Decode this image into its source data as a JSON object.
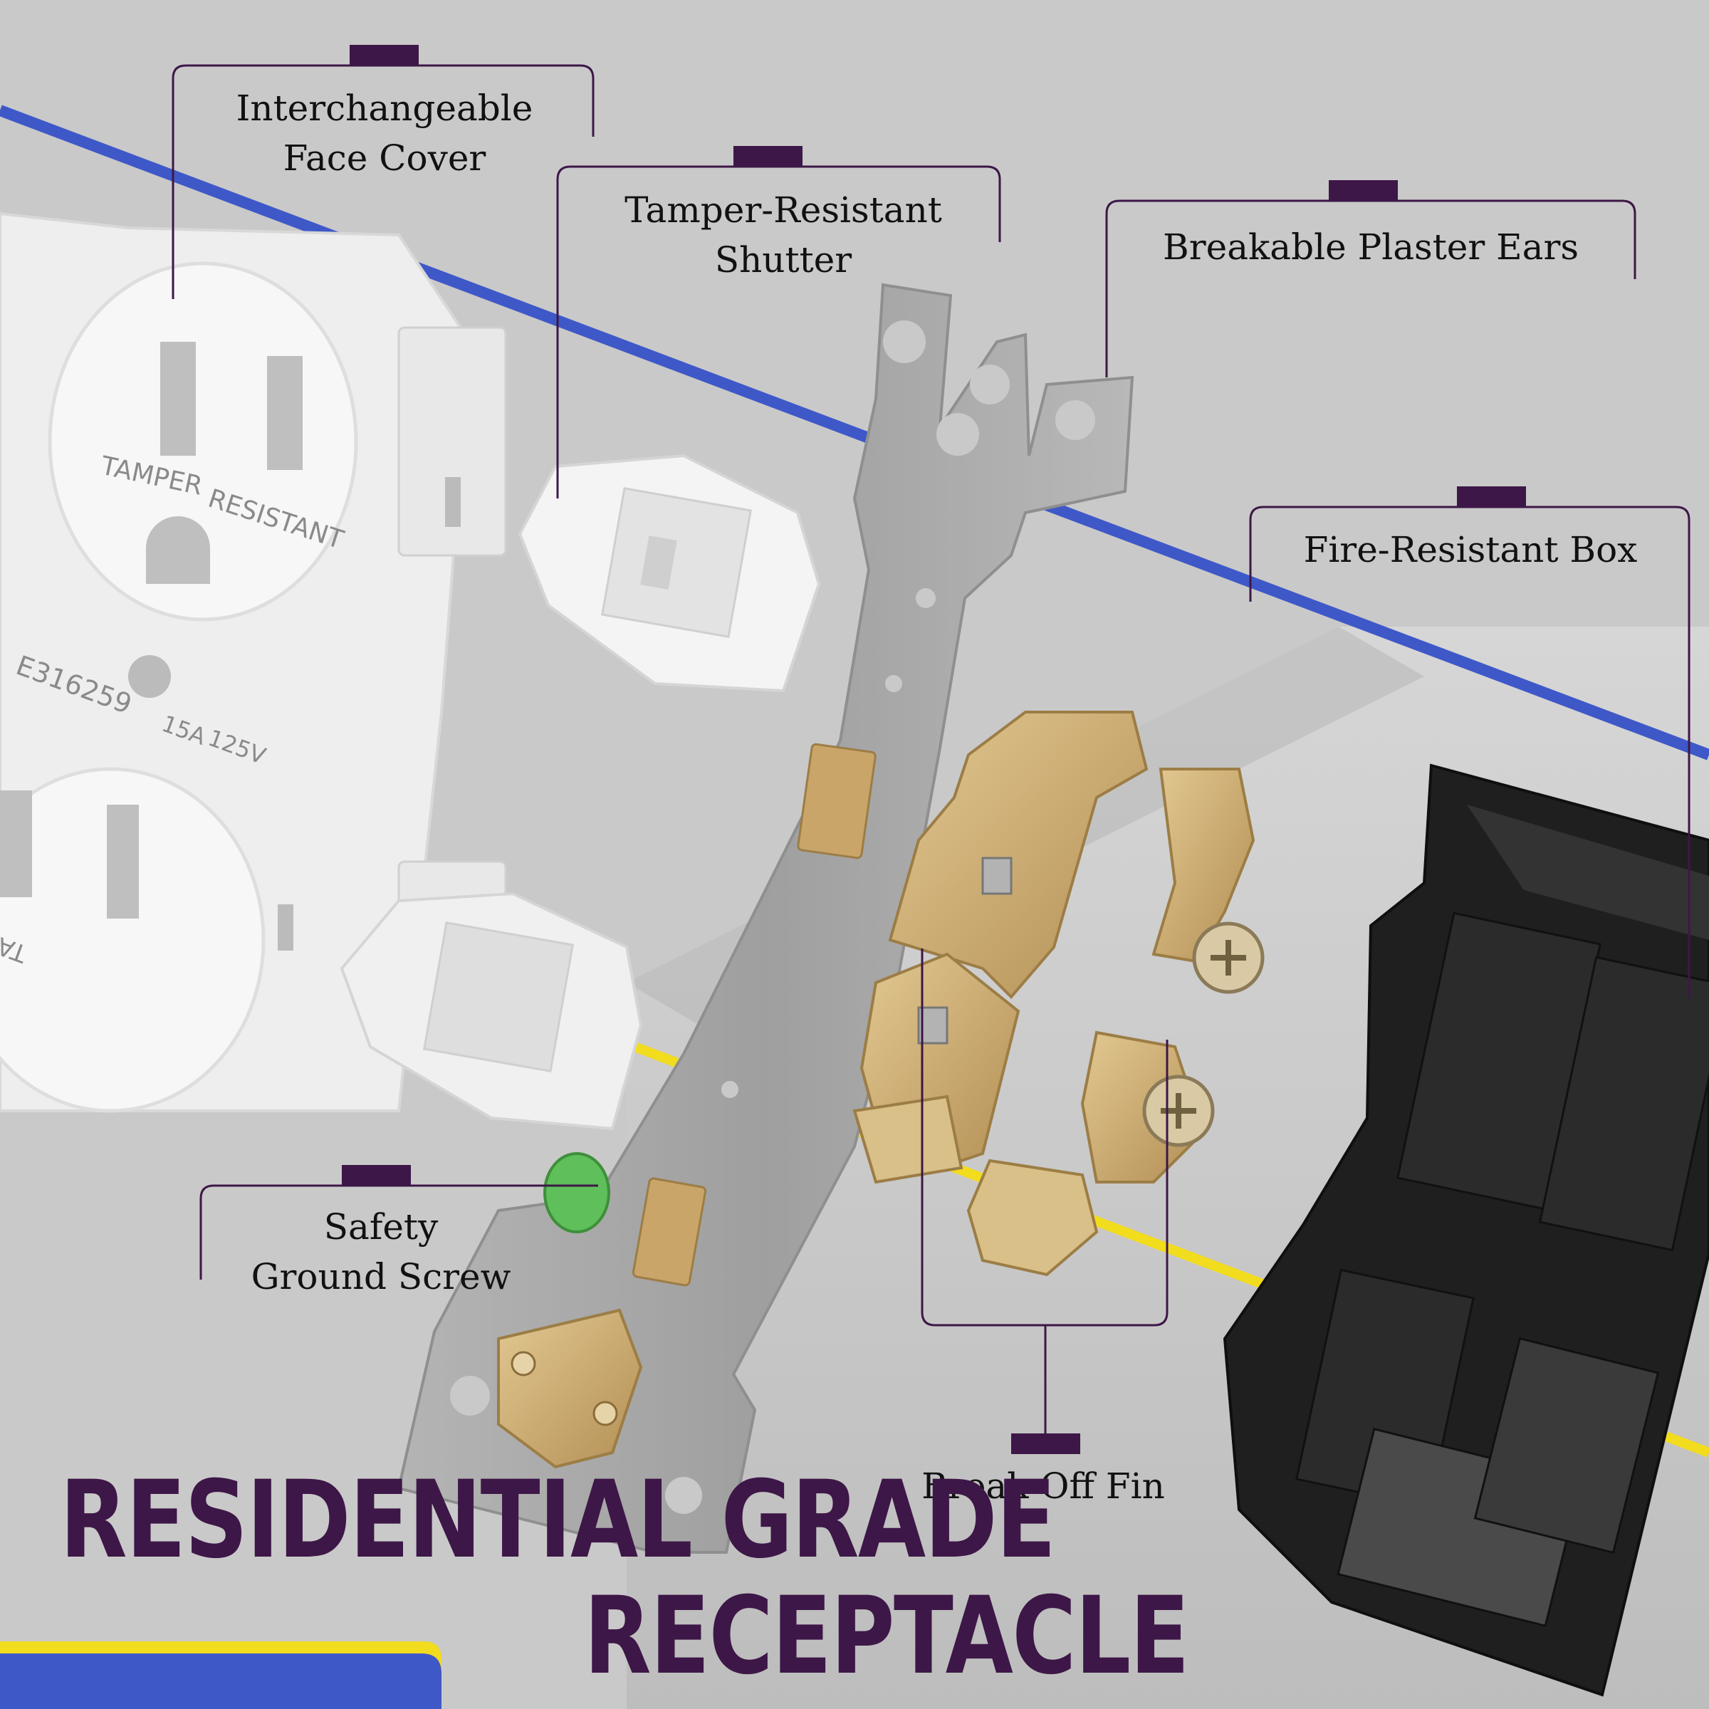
{
  "colors": {
    "background": "#c9c9c9",
    "accent_purple": "#3d1747",
    "wire_blue": "#3f58c8",
    "wire_yellow": "#f2dc1e",
    "brass": "#c7a872",
    "steel": "#a9a9a9",
    "box_black": "#1c1c1c",
    "plastic_white": "#f2f2f2"
  },
  "callouts": {
    "face_cover": "Interchangeable\nFace Cover",
    "shutter": "Tamper-Resistant\nShutter",
    "plaster_ears": "Breakable Plaster Ears",
    "fire_box": "Fire-Resistant Box",
    "ground_screw": "Safety\nGround Screw",
    "break_fin": "Break-Off Fin"
  },
  "face_markings": {
    "tamper": "TAMPER",
    "resistant": "RESISTANT",
    "code": "E316259",
    "amps": "15A",
    "volts": "125V"
  },
  "title": {
    "line1": "RESIDENTIAL GRADE",
    "line2": "RECEPTACLE"
  }
}
